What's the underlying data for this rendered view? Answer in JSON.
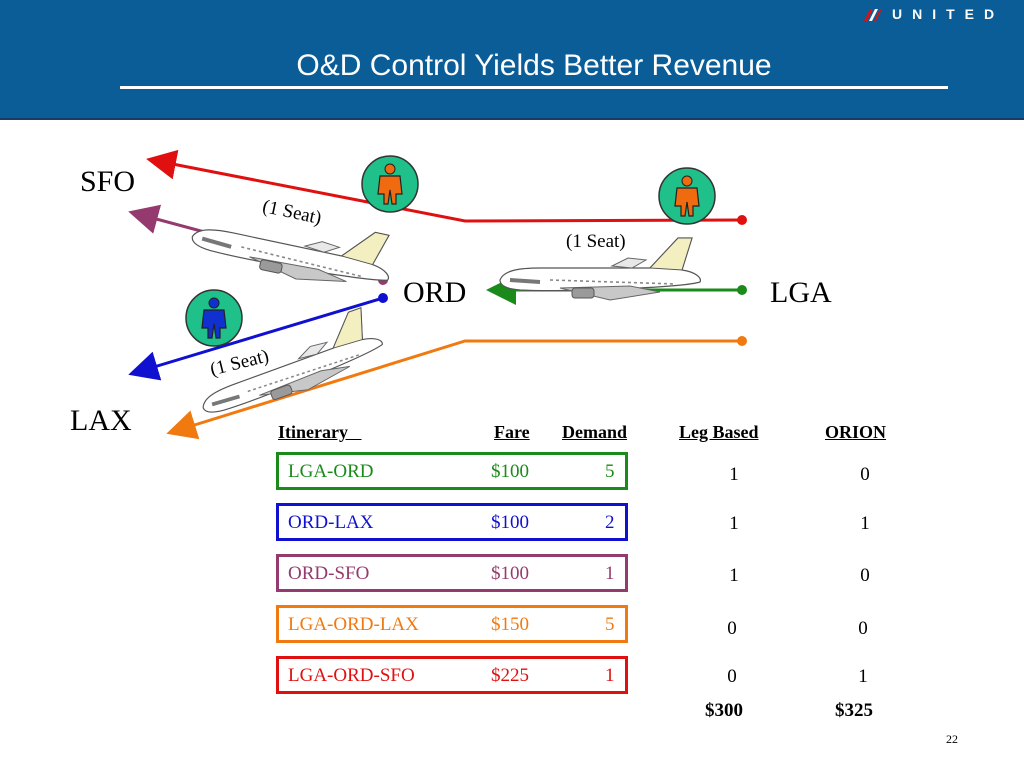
{
  "slide": {
    "title": "O&D Control Yields Better Revenue",
    "brand": "UNITED",
    "page_number": "22"
  },
  "cities": {
    "sfo": "SFO",
    "ord": "ORD",
    "lga": "LGA",
    "lax": "LAX"
  },
  "seat_labels": [
    "(1 Seat)",
    "(1 Seat)",
    "(1 Seat)"
  ],
  "colors": {
    "header_bg": "#0a5d96",
    "lga_ord": "#1a8a1a",
    "ord_lax": "#1010d0",
    "ord_sfo": "#953a6e",
    "lga_ord_lax": "#f07a10",
    "lga_ord_sfo": "#e01010",
    "passenger_orange": "#f06a10",
    "passenger_blue": "#1030d0",
    "passenger_bg": "#1fc08a"
  },
  "table": {
    "headers": {
      "itinerary": "Itinerary   ",
      "fare": "Fare",
      "demand": "Demand",
      "leg_based": "Leg Based",
      "orion": "ORION"
    },
    "rows": [
      {
        "itinerary": "LGA-ORD",
        "fare": "$100",
        "demand": "5",
        "leg_based": "1",
        "orion": "0",
        "color": "#1a8a1a"
      },
      {
        "itinerary": "ORD-LAX",
        "fare": "$100",
        "demand": "2",
        "leg_based": "1",
        "orion": "1",
        "color": "#1010d0"
      },
      {
        "itinerary": "ORD-SFO",
        "fare": "$100",
        "demand": "1",
        "leg_based": "1",
        "orion": "0",
        "color": "#953a6e"
      },
      {
        "itinerary": "LGA-ORD-LAX",
        "fare": "$150",
        "demand": "5",
        "leg_based": "0",
        "orion": "0",
        "color": "#f07a10"
      },
      {
        "itinerary": "LGA-ORD-SFO",
        "fare": "$225",
        "demand": "1",
        "leg_based": "0",
        "orion": "1",
        "color": "#e01010"
      }
    ],
    "totals": {
      "leg_based": "$300",
      "orion": "$325"
    }
  }
}
